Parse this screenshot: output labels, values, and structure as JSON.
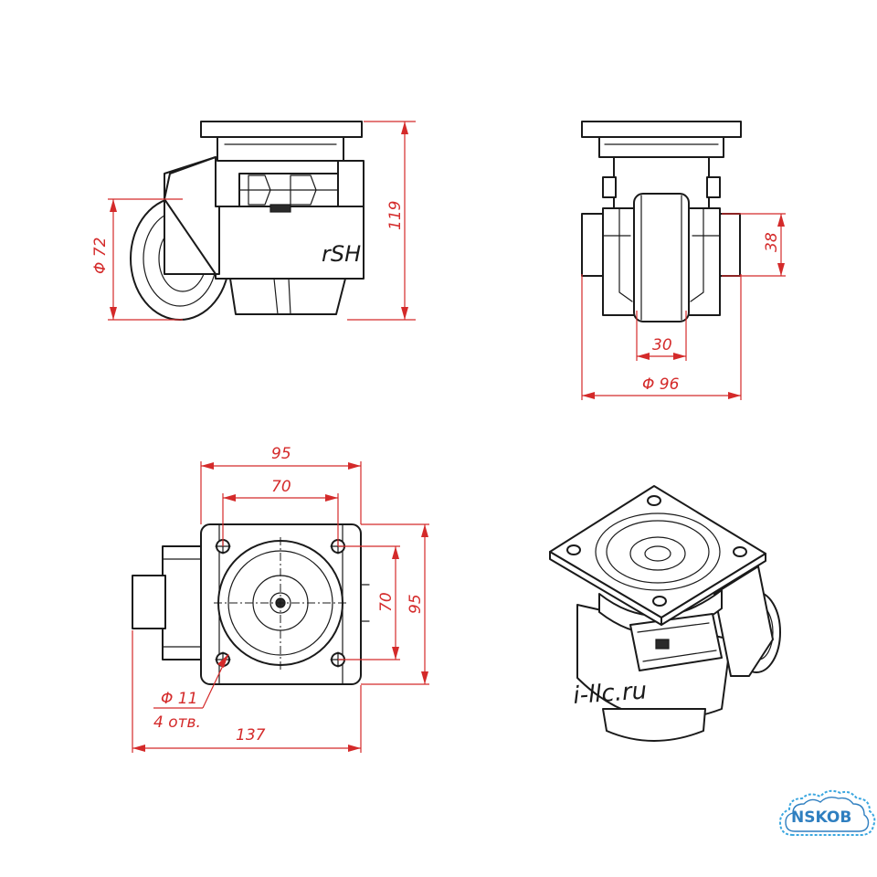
{
  "colors": {
    "dimension": "#d42a2a",
    "outline": "#1a1a1a",
    "logo": "#2f7fc0"
  },
  "dimensions": {
    "wheel_diameter": "Φ 72",
    "total_height": "119",
    "side_width_38": "38",
    "wheel_width": "30",
    "front_diameter": "Φ 96",
    "plate_width": "95",
    "hole_spacing_x": "70",
    "hole_spacing_y": "70",
    "plate_height": "95",
    "hole_diameter": "Φ 11",
    "hole_count": "4 отв.",
    "overall_length": "137"
  },
  "brand": {
    "side_marking": "rSH",
    "iso_marking": "i-llc.ru"
  },
  "watermark": {
    "text": "NSKOB"
  }
}
